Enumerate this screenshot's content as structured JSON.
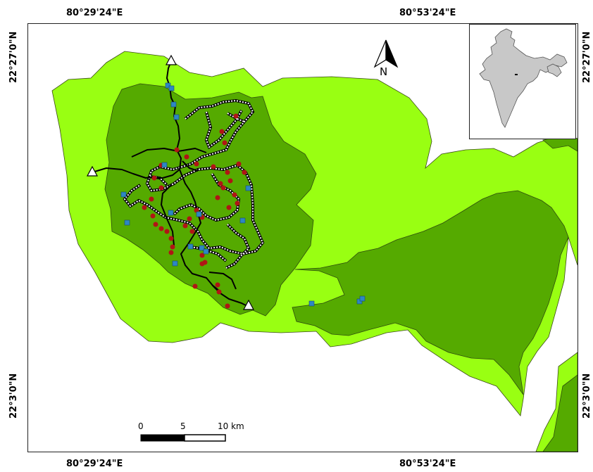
{
  "coordinates": {
    "top_left": "80°29'24\"E",
    "top_right": "80°53'24\"E",
    "bottom_left": "80°29'24\"E",
    "bottom_right": "80°53'24\"E",
    "left_upper": "22°27'0\"N",
    "left_lower": "22°3'0\"N",
    "right_upper": "22°27'0\"N",
    "right_lower": "22°3'0\"N"
  },
  "north_arrow": {
    "label": "N",
    "icon": "north-arrow-icon"
  },
  "scale": {
    "labels": [
      "0",
      "5",
      "10 km"
    ]
  },
  "colors": {
    "light_zone": "#99ff12",
    "dark_zone": "#55aa00",
    "frame": "#222222",
    "route": "#000000",
    "trail": "#ffffff",
    "circle_marker": "#b01515",
    "square_marker": "#2d87c4",
    "triangle_marker": "#ffffff",
    "inset_country": "#c8c8c8"
  }
}
